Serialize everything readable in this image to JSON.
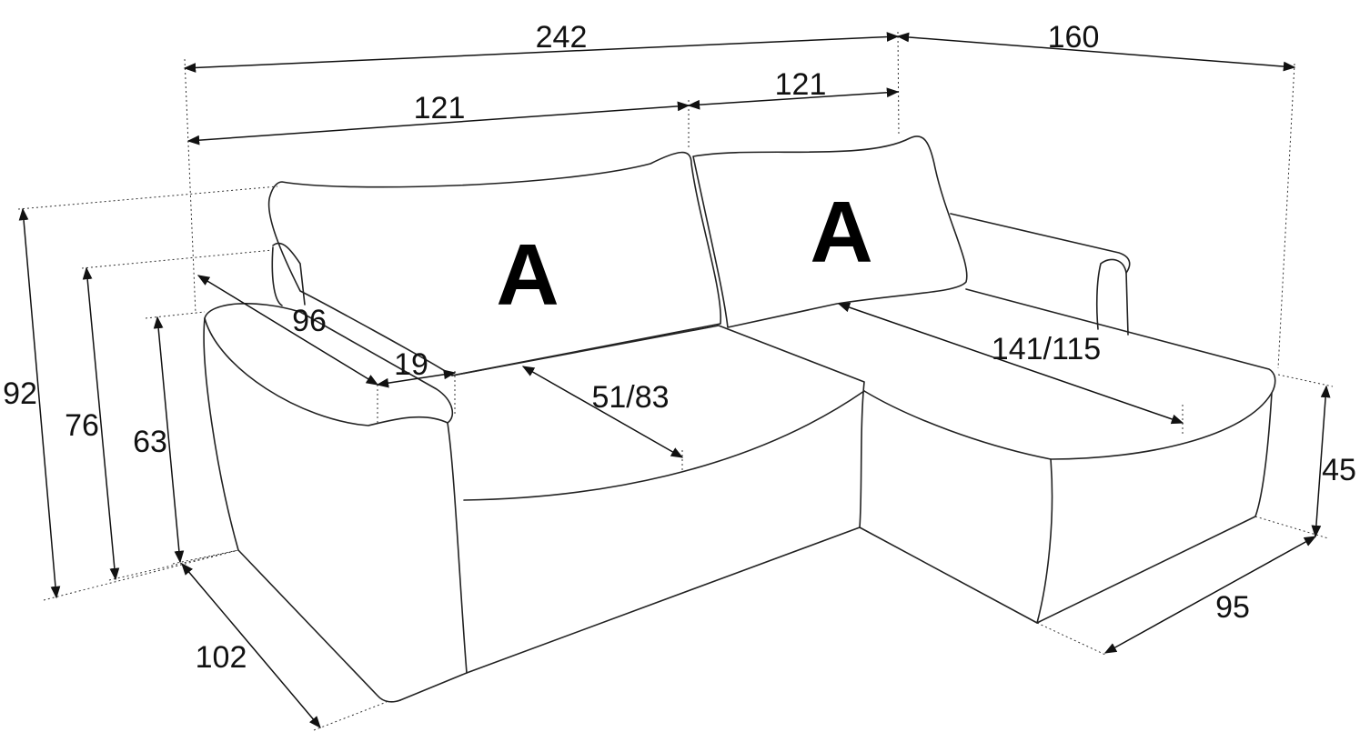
{
  "diagram": {
    "title_marks": [
      "A",
      "A"
    ],
    "units": "cm",
    "colors": {
      "line": "#222222",
      "text": "#111111",
      "background": "#ffffff"
    },
    "dimensions": {
      "total_width": "242",
      "chaise_length": "160",
      "left_section_width": "121",
      "right_section_width": "121",
      "armrest_depth": "96",
      "armrest_width": "19",
      "seat_depth": "51/83",
      "chaise_seat_depth": "141/115",
      "total_height": "92",
      "back_height": "76",
      "armrest_height": "63",
      "seat_height": "45",
      "total_depth": "102",
      "chaise_width": "95"
    }
  }
}
